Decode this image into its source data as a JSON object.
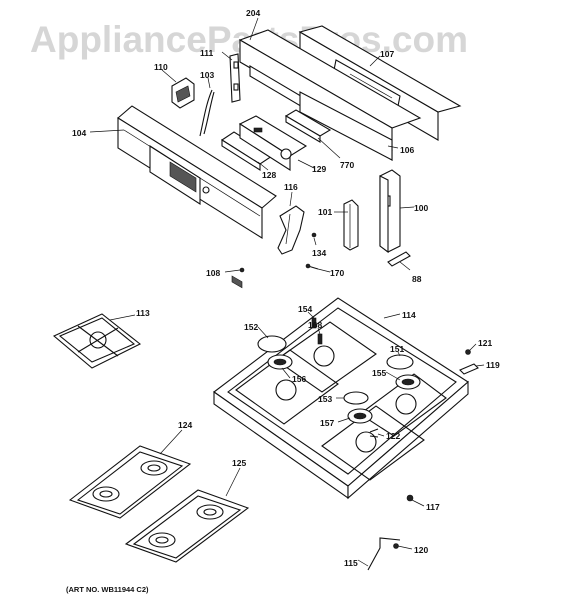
{
  "watermark": "AppliancePartsPros.com",
  "art_number": "(ART NO. WB11944 C2)",
  "callouts": {
    "p204": "204",
    "p107": "107",
    "p111": "111",
    "p110": "110",
    "p103": "103",
    "p104": "104",
    "p106": "106",
    "p128": "128",
    "p129": "129",
    "p770": "770",
    "p116": "116",
    "p101": "101",
    "p100": "100",
    "p134": "134",
    "p108": "108",
    "p170": "170",
    "p88": "88",
    "p113": "113",
    "p154": "154",
    "p114": "114",
    "p152": "152",
    "p168": "168",
    "p151": "151",
    "p121": "121",
    "p119": "119",
    "p156": "156",
    "p155": "155",
    "p153": "153",
    "p157": "157",
    "p122": "122",
    "p124": "124",
    "p125": "125",
    "p117": "117",
    "p120": "120",
    "p115": "115"
  }
}
